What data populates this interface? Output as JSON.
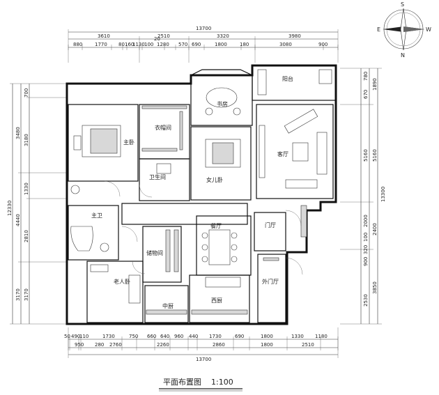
{
  "title": "平面布置图",
  "scale": "1:100",
  "compass": {
    "n": "N",
    "s": "S",
    "e": "E",
    "w": "W"
  },
  "top_total": "13700",
  "top_row1": [
    "3610",
    "2510",
    "3320",
    "3980"
  ],
  "top_row2": [
    "880",
    "1770",
    "80",
    "160",
    "1130",
    "100",
    "1280",
    "20",
    "570",
    "690",
    "1800",
    "180",
    "3080",
    "900"
  ],
  "bottom_total": "13700",
  "bottom_row1": [
    "50",
    "490",
    "110",
    "1730",
    "750",
    "660",
    "640",
    "960",
    "440",
    "1730",
    "690",
    "1800",
    "1330",
    "1180"
  ],
  "bottom_row2": [
    "950",
    "280",
    "2760",
    "2260",
    "2860",
    "1800",
    "2510"
  ],
  "left_total": "12330",
  "left_outer": [
    "3480",
    "4440",
    "3170"
  ],
  "left_inner": [
    "700",
    "3180",
    "1330",
    "2810",
    "3170"
  ],
  "right_total": "13300",
  "right_outer": [
    "1890",
    "5160",
    "2400",
    "3850"
  ],
  "right_inner": [
    "780",
    "670",
    "5160",
    "2000",
    "100",
    "900",
    "320",
    "2530"
  ],
  "rooms": {
    "study": "书房",
    "balcony": "阳台",
    "master_bedroom": "主卧",
    "cloakroom": "衣帽间",
    "daughter_room": "女儿卧",
    "living_room": "客厅",
    "bathroom": "卫生间",
    "master_bath": "主卫",
    "dining": "餐厅",
    "foyer": "门厅",
    "storage": "储物间",
    "elder_room": "老人卧",
    "outer_foyer": "外门厅",
    "kitchen_cn": "中厨",
    "kitchen_west": "西厨"
  }
}
